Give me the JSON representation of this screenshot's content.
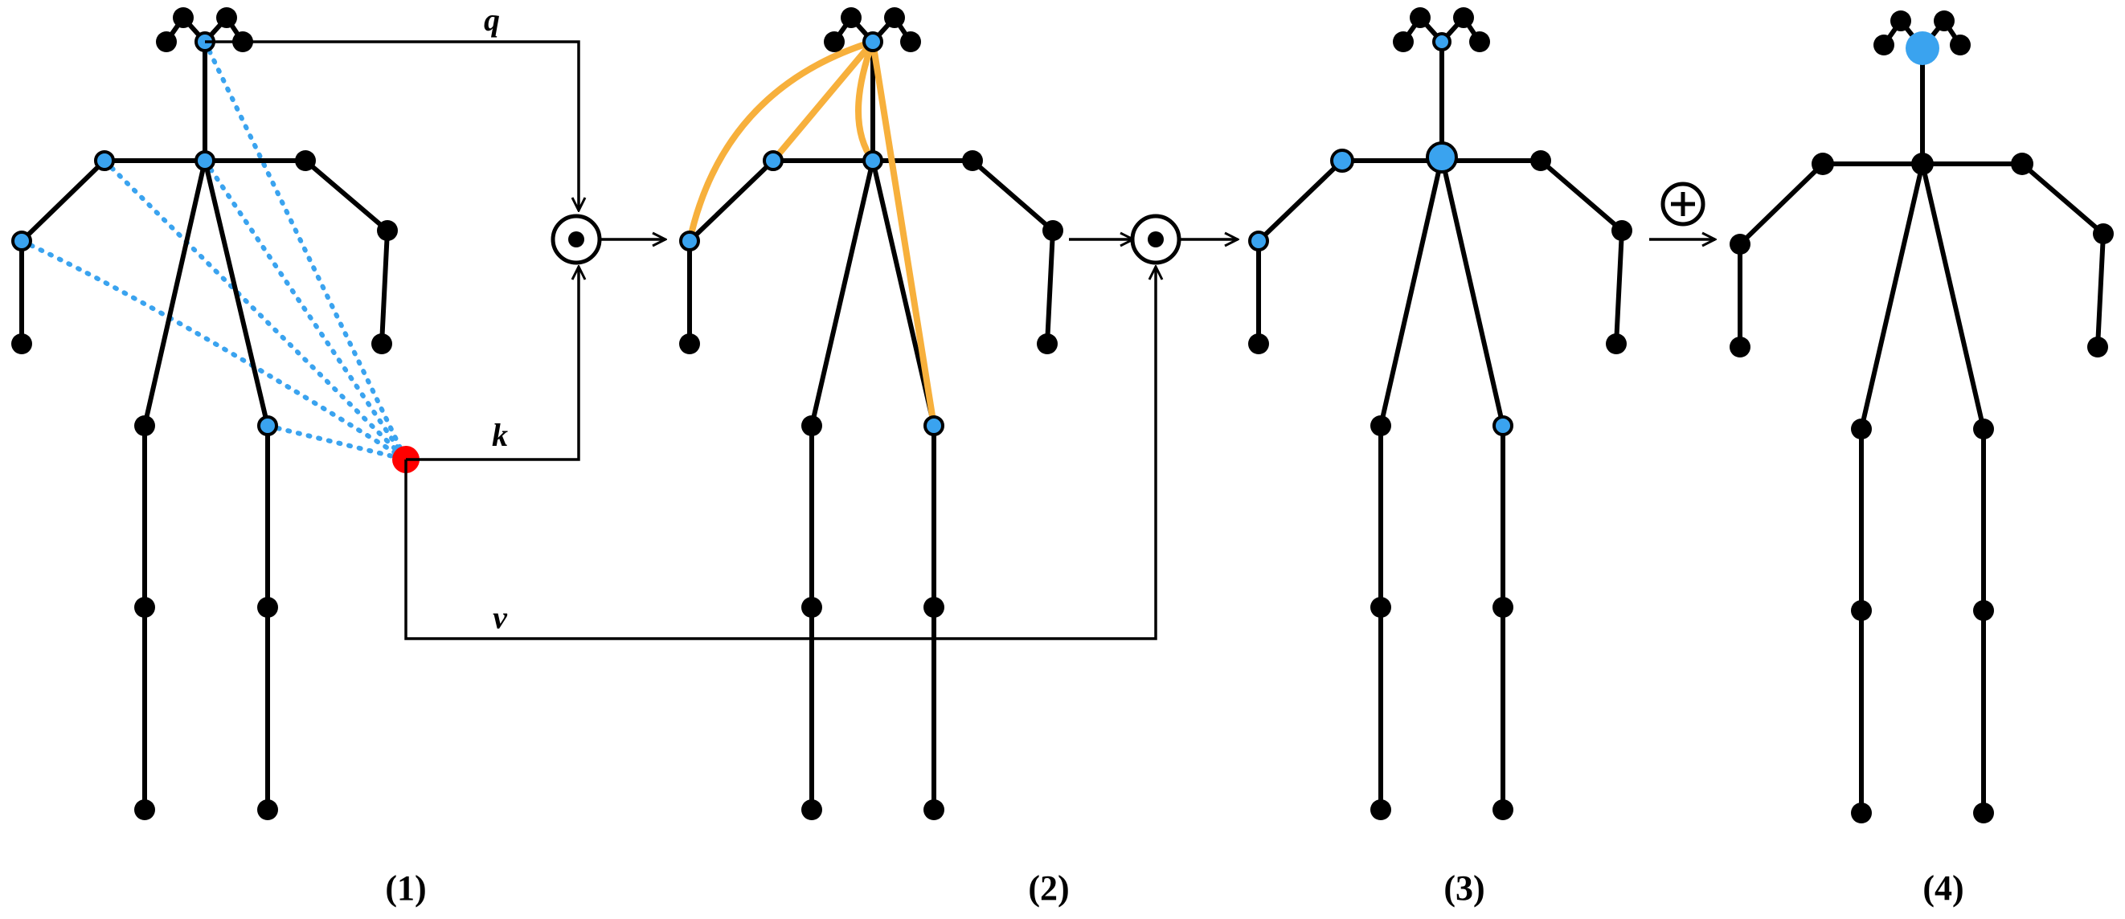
{
  "diagram": {
    "panel_labels": [
      "(1)",
      "(2)",
      "(3)",
      "(4)"
    ],
    "flow_labels": {
      "q": "q",
      "k": "k",
      "v": "v"
    },
    "operators": {
      "hadamard_1": "odot-symbol",
      "hadamard_2": "odot-symbol",
      "add": "oplus-symbol"
    },
    "colors": {
      "joint": "#000000",
      "bone": "#000000",
      "highlight_joint": "#3AA3EF",
      "query_joint": "#FF0000",
      "attention_dotted": "#3AA3EF",
      "attention_weight": "#F7B03C"
    },
    "icons": [
      "skeleton-figure",
      "circle-dot-operator",
      "circle-plus-operator",
      "arrow-right"
    ]
  }
}
